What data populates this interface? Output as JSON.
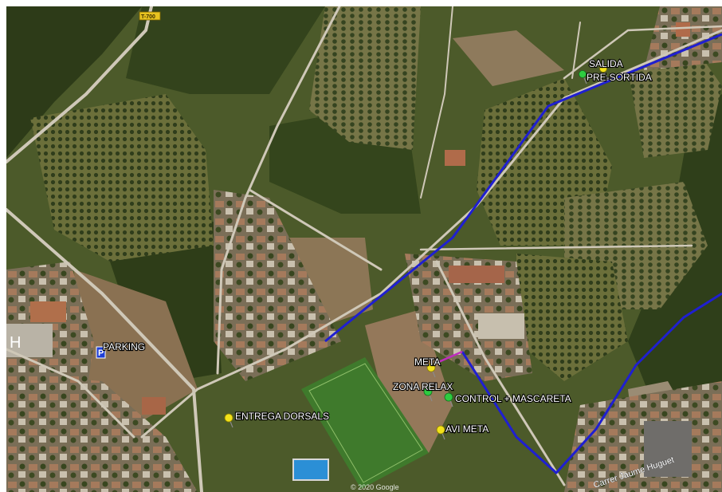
{
  "map": {
    "road_shield": "T-700",
    "copyright": "© 2020 Google",
    "street_label": "Carrer Jaume Huguet",
    "colors": {
      "route": "#1f1fd1",
      "short_segment": "#c02cc0",
      "pin_yellow": "#f2e21a",
      "pin_green": "#2ecc40",
      "parking_blue": "#1f3fd6"
    },
    "markers": [
      {
        "id": "salida",
        "label": "SALIDA",
        "icon": "yellow-pushpin-icon"
      },
      {
        "id": "pre-sortida",
        "label": "PRE-SORTIDA",
        "icon": "green-pushpin-icon"
      },
      {
        "id": "parking",
        "label": "PARKING",
        "icon": "parking-icon"
      },
      {
        "id": "meta",
        "label": "META",
        "icon": "yellow-pushpin-icon"
      },
      {
        "id": "zona-relax",
        "label": "ZONA RELAX",
        "icon": "green-pushpin-icon"
      },
      {
        "id": "control-mascareta",
        "label": "CONTROL + MASCARETA",
        "icon": "green-pushpin-icon"
      },
      {
        "id": "avi-meta",
        "label": "AVI META",
        "icon": "yellow-pushpin-icon"
      },
      {
        "id": "entrega-dorsals",
        "label": "ENTREGA DORSALS",
        "icon": "yellow-pushpin-icon"
      }
    ]
  }
}
